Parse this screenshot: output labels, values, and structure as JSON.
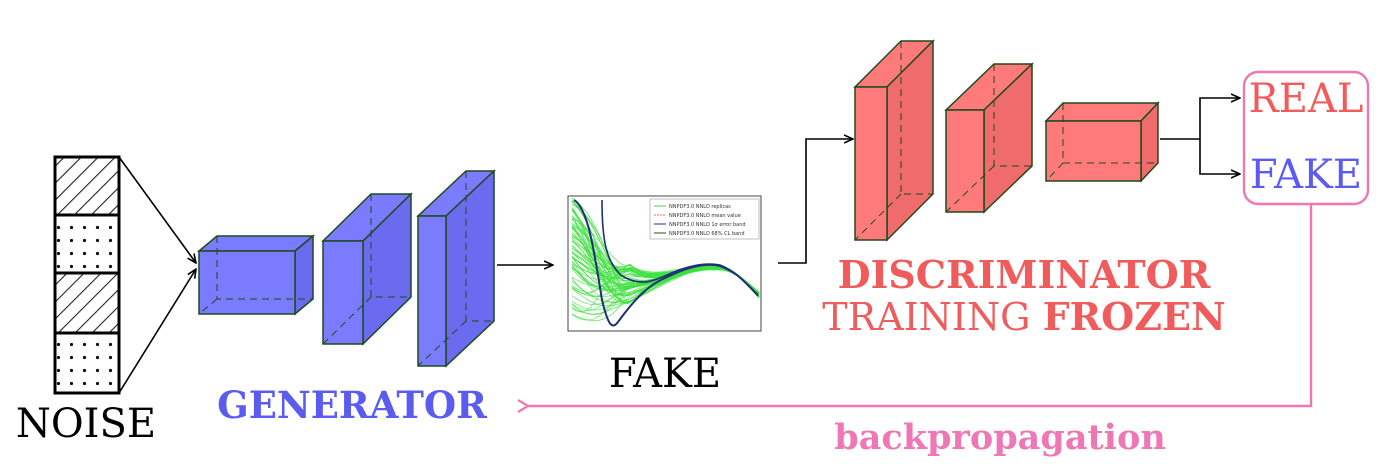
{
  "noise": {
    "label": "NOISE"
  },
  "generator": {
    "label": "GENERATOR",
    "color": "#7b7bff",
    "text_color": "#5b5bf0"
  },
  "fake_sample": {
    "label": "FAKE",
    "legend": [
      "NNPDF3.0 NNLO replicas",
      "NNPDF3.0 NNLO mean value",
      "NNPDF3.0 NNLO 1σ error band",
      "NNPDF3.0 NNLO 68% CL band"
    ]
  },
  "discriminator": {
    "label": "DISCRIMINATOR",
    "subtitle_plain": "TRAINING ",
    "subtitle_bold": "FROZEN",
    "color": "#ff7b7b",
    "text_color": "#f05b5b"
  },
  "outputs": {
    "real": "REAL",
    "fake": "FAKE",
    "box_color": "#ee77b5"
  },
  "feedback": {
    "label": "backpropagation",
    "color": "#ee77b5"
  }
}
